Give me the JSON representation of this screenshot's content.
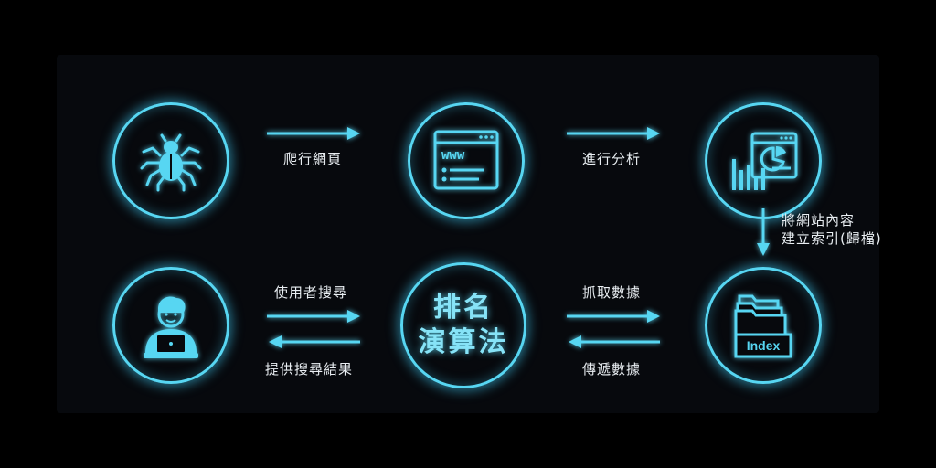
{
  "nodes": {
    "crawler": {
      "icon": "spider-icon"
    },
    "webpage": {
      "icon": "www-browser-icon",
      "text": "www"
    },
    "analysis": {
      "icon": "analytics-dashboard-icon"
    },
    "index": {
      "icon": "folder-index-icon",
      "text": "Index"
    },
    "ranking": {
      "line1": "排名",
      "line2": "演算法"
    },
    "user": {
      "icon": "user-laptop-icon"
    }
  },
  "edges": {
    "crawl": "爬行網頁",
    "analyze": "進行分析",
    "build_index_line1": "將網站內容",
    "build_index_line2": "建立索引(歸檔)",
    "fetch_data": "抓取數據",
    "pass_data": "傳遞數據",
    "user_search": "使用者搜尋",
    "provide_results": "提供搜尋結果"
  },
  "colors": {
    "accent": "#57d6f2",
    "background": "#07090d",
    "label": "#e9eef2"
  }
}
